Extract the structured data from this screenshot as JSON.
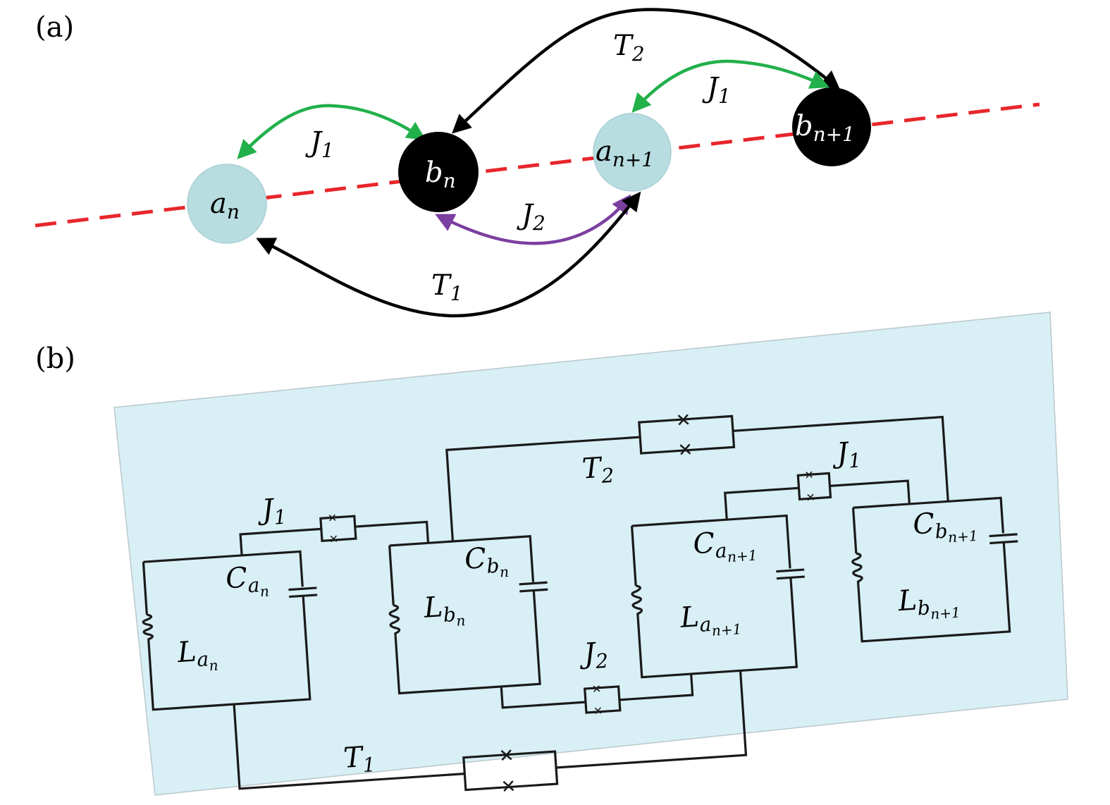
{
  "panels": {
    "a": {
      "label": "(a)",
      "sites": [
        {
          "id": "a_n",
          "base": "a",
          "sub": "n",
          "kind": "A"
        },
        {
          "id": "b_n",
          "base": "b",
          "sub": "n",
          "kind": "B"
        },
        {
          "id": "a_n1",
          "base": "a",
          "sub": "n+1",
          "kind": "A"
        },
        {
          "id": "b_n1",
          "base": "b",
          "sub": "n+1",
          "kind": "B"
        }
      ],
      "couplings": [
        {
          "id": "J1_left",
          "base": "J",
          "sub": "1",
          "color": "#22b04b"
        },
        {
          "id": "J1_right",
          "base": "J",
          "sub": "1",
          "color": "#22b04b"
        },
        {
          "id": "J2",
          "base": "J",
          "sub": "2",
          "color": "#7b3fa0"
        },
        {
          "id": "T1",
          "base": "T",
          "sub": "1",
          "color": "#000000"
        },
        {
          "id": "T2",
          "base": "T",
          "sub": "2",
          "color": "#000000"
        }
      ],
      "colors": {
        "site_A": "#b7dde0",
        "site_B": "#000000",
        "axis": "#e8262b"
      }
    },
    "b": {
      "label": "(b)",
      "background": "#d8eff5",
      "labels": {
        "C_an": {
          "base": "C",
          "sub": "a",
          "subsub": "n"
        },
        "L_an": {
          "base": "L",
          "sub": "a",
          "subsub": "n"
        },
        "C_bn": {
          "base": "C",
          "sub": "b",
          "subsub": "n"
        },
        "L_bn": {
          "base": "L",
          "sub": "b",
          "subsub": "n"
        },
        "C_an1": {
          "base": "C",
          "sub": "a",
          "subsub": "n+1"
        },
        "L_an1": {
          "base": "L",
          "sub": "a",
          "subsub": "n+1"
        },
        "C_bn1": {
          "base": "C",
          "sub": "b",
          "subsub": "n+1"
        },
        "L_bn1": {
          "base": "L",
          "sub": "b",
          "subsub": "n+1"
        },
        "J1_left": {
          "base": "J",
          "sub": "1"
        },
        "J1_right": {
          "base": "J",
          "sub": "1"
        },
        "J2": {
          "base": "J",
          "sub": "2"
        },
        "T1": {
          "base": "T",
          "sub": "1"
        },
        "T2": {
          "base": "T",
          "sub": "2"
        }
      }
    }
  }
}
